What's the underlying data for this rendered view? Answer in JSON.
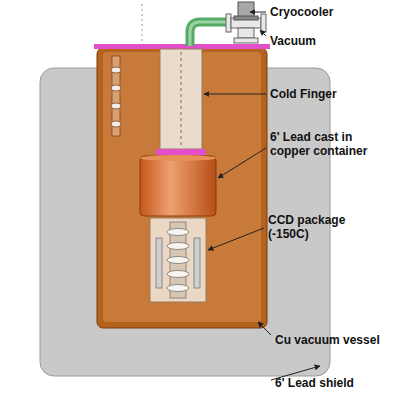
{
  "diagram": {
    "labels": [
      "Cryocooler",
      "Vacuum",
      "Cold Finger",
      "6' Lead cast in copper container",
      "CCD package (-150C)",
      "Cu vacuum vessel",
      "6' Lead shield"
    ]
  }
}
